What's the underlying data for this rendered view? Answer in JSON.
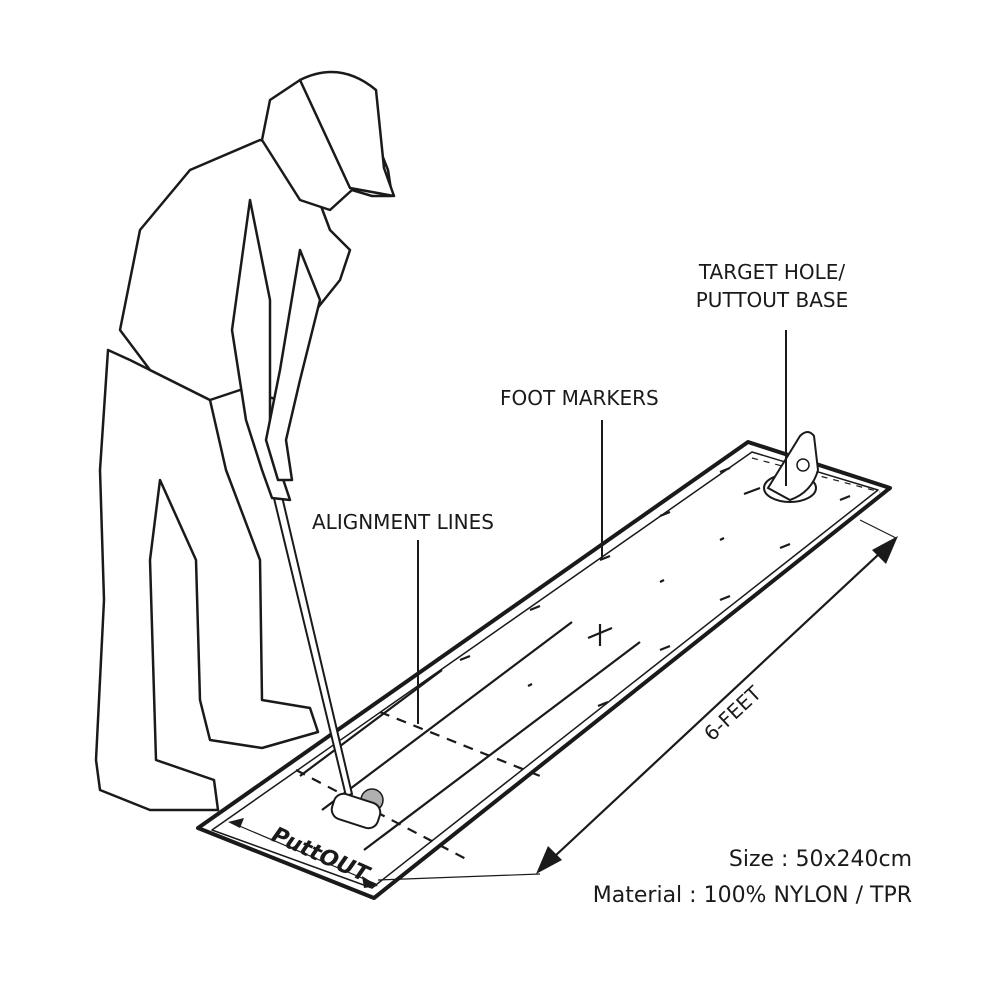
{
  "diagram": {
    "subject": "golf putting mat with golfer",
    "colors": {
      "ink": "#1a1a1a",
      "background": "#ffffff",
      "ball": "#b0b0b0"
    }
  },
  "callouts": {
    "target_hole_line1": "TARGET HOLE/",
    "target_hole_line2": "PUTTOUT BASE",
    "foot_markers": "FOOT MARKERS",
    "alignment_lines": "ALIGNMENT LINES"
  },
  "dimension": {
    "length_label": "6-FEET"
  },
  "mat": {
    "brand_text": "PuttOUT"
  },
  "specs": {
    "size": "Size : 50x240cm",
    "material": "Material : 100% NYLON / TPR"
  }
}
